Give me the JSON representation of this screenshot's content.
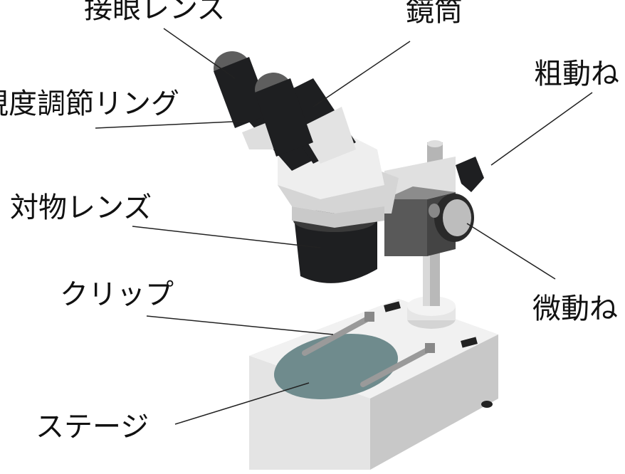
{
  "labels": {
    "eyepiece": "接眼レンズ",
    "tube": "鏡筒",
    "coarse_focus": "粗動ね",
    "diopter": "視度調節リング",
    "objective": "対物レンズ",
    "clip": "クリップ",
    "fine_focus": "微動ね",
    "stage": "ステージ"
  },
  "colors": {
    "body_white": "#ececec",
    "body_shadow": "#c9c9c9",
    "dark": "#1e1f21",
    "stage_plate": "#6f8b8d",
    "leader": "#222222"
  }
}
